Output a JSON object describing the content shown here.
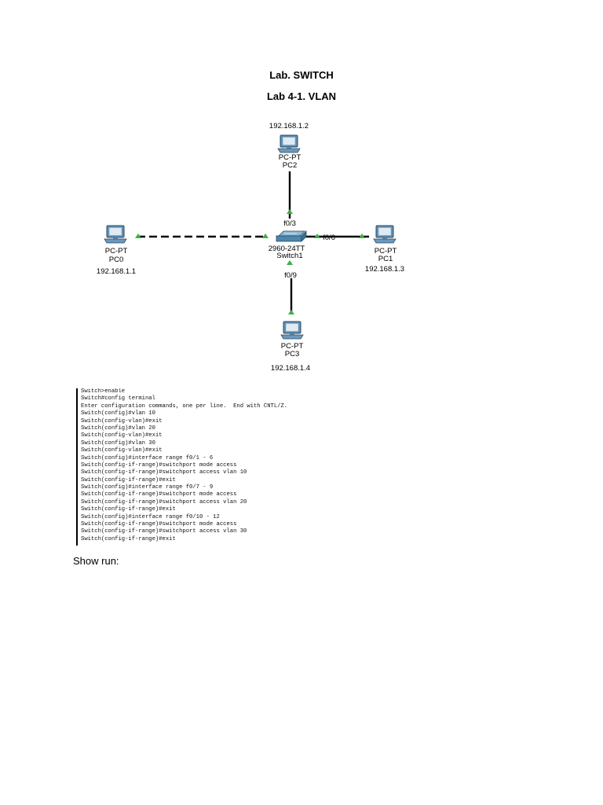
{
  "document": {
    "title": "Lab. SWITCH",
    "subtitle": "Lab 4-1. VLAN",
    "caption": "Show run:"
  },
  "topology": {
    "switch": {
      "model": "2960-24TT",
      "name": "Switch1"
    },
    "pcs": {
      "pc0": {
        "type": "PC-PT",
        "name": "PC0",
        "ip": "192.168.1.1"
      },
      "pc1": {
        "type": "PC-PT",
        "name": "PC1",
        "ip": "192.168.1.3"
      },
      "pc2": {
        "type": "PC-PT",
        "name": "PC2",
        "ip": "192.168.1.2"
      },
      "pc3": {
        "type": "PC-PT",
        "name": "PC3",
        "ip": "192.168.1.4"
      }
    },
    "ports": {
      "top": "f0/3",
      "right": "f0/6",
      "bottom": "f0/9"
    },
    "colors": {
      "link": "#000000",
      "link_up": "#3cb043",
      "pc_body": "#5f90b5",
      "switch_body": "#4a86ad"
    }
  },
  "terminal": {
    "lines": [
      "Switch>enable",
      "Switch#config terminal",
      "Enter configuration commands, one per line.  End with CNTL/Z.",
      "Switch(config)#vlan 10",
      "Switch(config-vlan)#exit",
      "Switch(config)#vlan 20",
      "Switch(config-vlan)#exit",
      "Switch(config)#vlan 30",
      "Switch(config-vlan)#exit",
      "Switch(config)#interface range f0/1 - 6",
      "Switch(config-if-range)#switchport mode access",
      "Switch(config-if-range)#switchport access vlan 10",
      "Switch(config-if-range)#exit",
      "Switch(config)#interface range f0/7 - 9",
      "Switch(config-if-range)#switchport mode access",
      "Switch(config-if-range)#switchport access vlan 20",
      "Switch(config-if-range)#exit",
      "Switch(config)#interface range f0/10 - 12",
      "Switch(config-if-range)#switchport mode access",
      "Switch(config-if-range)#switchport access vlan 30",
      "Switch(config-if-range)#exit"
    ]
  }
}
